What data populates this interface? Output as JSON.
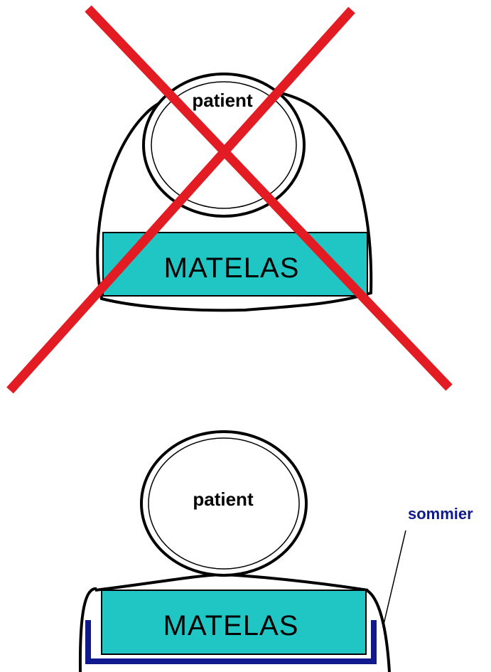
{
  "figure": {
    "top_panel": {
      "patient_label": "patient",
      "mattress_label": "MATELAS",
      "crossed_out": true
    },
    "bottom_panel": {
      "patient_label": "patient",
      "mattress_label": "MATELAS",
      "base_label": "sommier"
    }
  },
  "colors": {
    "mattress_fill": "#1fc6c4",
    "outline": "#000000",
    "cross": "#e31b23",
    "base": "#101a8c",
    "base_label": "#101a8c"
  }
}
